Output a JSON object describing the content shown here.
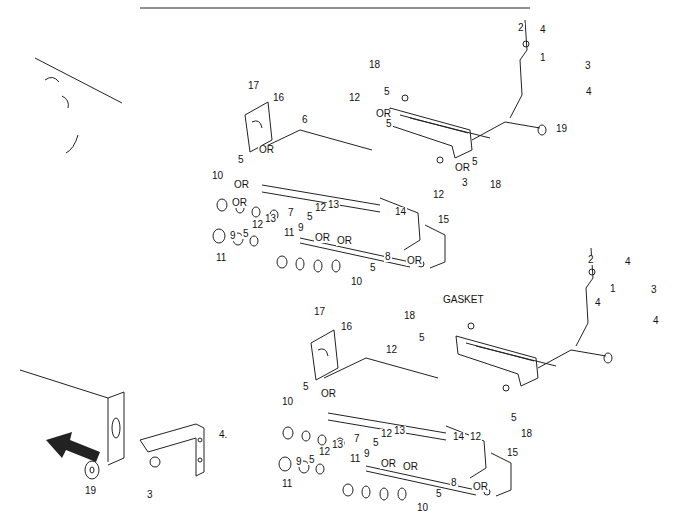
{
  "diagram": {
    "labels": [
      "18",
      "2",
      "4",
      "1",
      "3",
      "4",
      "17",
      "16",
      "12",
      "5",
      "OR",
      "5",
      "6",
      "19",
      "5",
      "OR",
      "10",
      "OR",
      "OR",
      "5",
      "OR",
      "3",
      "18",
      "12",
      "7",
      "14",
      "15",
      "9",
      "5",
      "12",
      "13",
      "5",
      "12",
      "13",
      "11",
      "9",
      "OR",
      "OR",
      "11",
      "8",
      "5",
      "OR",
      "10",
      "2",
      "4",
      "1",
      "3",
      "4",
      "4",
      "GASKET",
      "17",
      "16",
      "18",
      "12",
      "5",
      "OR",
      "5",
      "10",
      "5",
      "14",
      "12",
      "18",
      "15",
      "9",
      "5",
      "12",
      "13",
      "7",
      "5",
      "12",
      "13",
      "11",
      "9",
      "OR",
      "OR",
      "11",
      "8",
      "5",
      "OR",
      "10",
      "4.",
      "19",
      "3"
    ]
  }
}
